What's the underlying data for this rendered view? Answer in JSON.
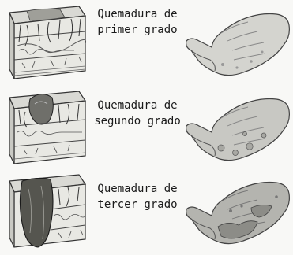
{
  "burns": [
    {
      "caption_line1": "Quemadura de",
      "caption_line2": "primer grado"
    },
    {
      "caption_line1": "Quemadura de",
      "caption_line2": "segundo grado"
    },
    {
      "caption_line1": "Quemadura de",
      "caption_line2": "tercer grado"
    }
  ],
  "colors": {
    "ink": "#1a1a1a",
    "skin_shade": "#bdbdb8",
    "background": "#f8f8f6"
  }
}
